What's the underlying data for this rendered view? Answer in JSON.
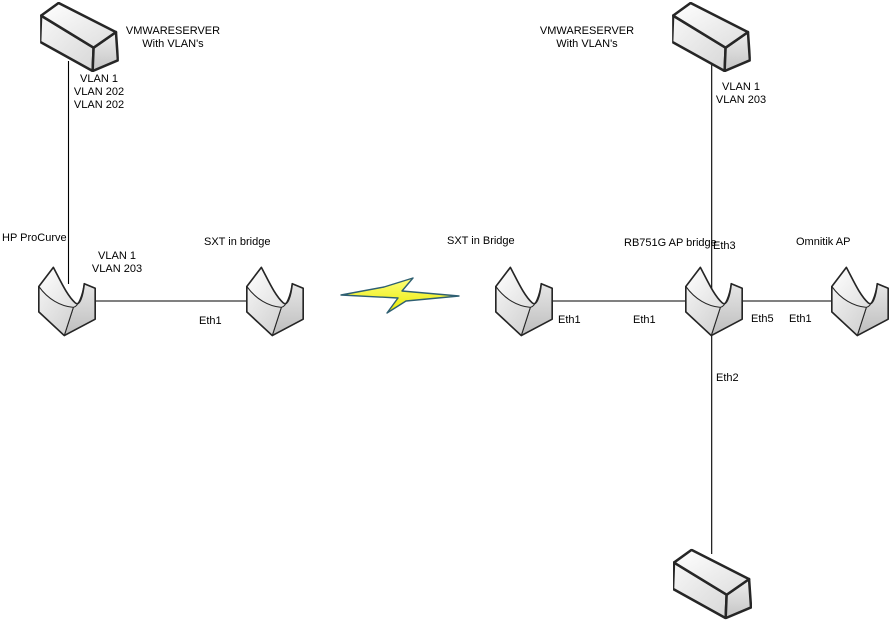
{
  "title": "VLAN wireless bridge network diagram",
  "colors": {
    "outline": "#262626",
    "connector": "#000000",
    "bolt_stroke": "#2e5f72",
    "bolt_fill": "#f2f200",
    "shape_fill": "#e8e8e8",
    "background": "#ffffff"
  },
  "nodes": {
    "vmware_server_left": {
      "title1": "VMWARESERVER",
      "title2": "With VLAN's",
      "vlan1": "VLAN 1",
      "vlan2": "VLAN 202",
      "vlan3": "VLAN 202"
    },
    "hp_procurve": {
      "label": "HP ProCurve",
      "vlan1": "VLAN 1",
      "vlan2": "VLAN 203"
    },
    "sxt_left": {
      "label": "SXT in bridge",
      "eth": "Eth1"
    },
    "sxt_right": {
      "label": "SXT in Bridge",
      "eth": "Eth1"
    },
    "rb751g": {
      "label": "RB751G AP bridge",
      "eth1": "Eth1",
      "eth2": "Eth2",
      "eth3": "Eth3",
      "eth5": "Eth5"
    },
    "omnitik": {
      "label": "Omnitik AP",
      "eth": "Eth1"
    },
    "vmware_server_right": {
      "title1": "VMWARESERVER",
      "title2": "With VLAN's",
      "vlan1": "VLAN 1",
      "vlan2": "VLAN 203"
    }
  },
  "edges": [
    {
      "from": "VMWARESERVER left",
      "to": "HP ProCurve"
    },
    {
      "from": "HP ProCurve",
      "to": "SXT in bridge"
    },
    {
      "from": "SXT in bridge",
      "to": "SXT in Bridge",
      "via": "wireless link"
    },
    {
      "from": "SXT in Bridge",
      "to": "RB751G AP bridge",
      "port": "Eth1"
    },
    {
      "from": "RB751G AP bridge",
      "to": "Omnitik AP",
      "ports": "Eth5 - Eth1"
    },
    {
      "from": "VMWARESERVER right",
      "to": "RB751G AP bridge",
      "port": "Eth3"
    },
    {
      "from": "RB751G AP bridge",
      "to": "server box bottom",
      "port": "Eth2"
    }
  ]
}
